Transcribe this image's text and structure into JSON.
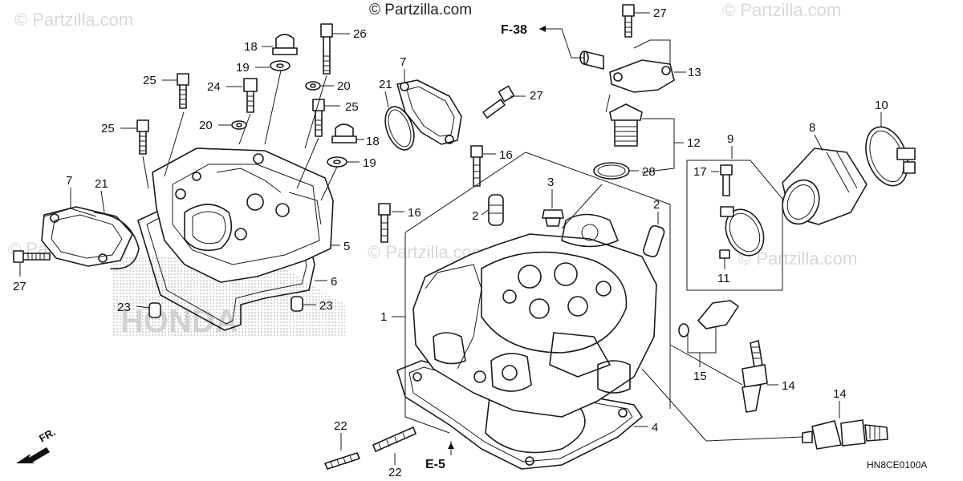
{
  "watermark": {
    "main": "© Partzilla.com",
    "faint": "© Partzilla.com",
    "logo": "HONDA"
  },
  "diagram_code": "HN8CE0100A",
  "front_marker": "FR.",
  "refs": {
    "f38": "F-38",
    "e5": "E-5"
  },
  "callouts": [
    {
      "id": "c27a",
      "label": "27"
    },
    {
      "id": "c13",
      "label": "13"
    },
    {
      "id": "c27b",
      "label": "27"
    },
    {
      "id": "c12",
      "label": "12"
    },
    {
      "id": "c28",
      "label": "28"
    },
    {
      "id": "c10",
      "label": "10"
    },
    {
      "id": "c8",
      "label": "8"
    },
    {
      "id": "c9",
      "label": "9"
    },
    {
      "id": "c17",
      "label": "17"
    },
    {
      "id": "c11",
      "label": "11"
    },
    {
      "id": "c26",
      "label": "26"
    },
    {
      "id": "c18a",
      "label": "18"
    },
    {
      "id": "c19a",
      "label": "19"
    },
    {
      "id": "c20a",
      "label": "20"
    },
    {
      "id": "c25a",
      "label": "25"
    },
    {
      "id": "c24",
      "label": "24"
    },
    {
      "id": "c25b",
      "label": "25"
    },
    {
      "id": "c20b",
      "label": "20"
    },
    {
      "id": "c25c",
      "label": "25"
    },
    {
      "id": "c18b",
      "label": "18"
    },
    {
      "id": "c19b",
      "label": "19"
    },
    {
      "id": "c7a",
      "label": "7"
    },
    {
      "id": "c21a",
      "label": "21"
    },
    {
      "id": "c16a",
      "label": "16"
    },
    {
      "id": "c16b",
      "label": "16"
    },
    {
      "id": "c3",
      "label": "3"
    },
    {
      "id": "c2a",
      "label": "2"
    },
    {
      "id": "c2b",
      "label": "2"
    },
    {
      "id": "c7b",
      "label": "7"
    },
    {
      "id": "c21b",
      "label": "21"
    },
    {
      "id": "c5",
      "label": "5"
    },
    {
      "id": "c6",
      "label": "6"
    },
    {
      "id": "c27c",
      "label": "27"
    },
    {
      "id": "c23a",
      "label": "23"
    },
    {
      "id": "c23b",
      "label": "23"
    },
    {
      "id": "c1",
      "label": "1"
    },
    {
      "id": "c15",
      "label": "15"
    },
    {
      "id": "c14a",
      "label": "14"
    },
    {
      "id": "c14b",
      "label": "14"
    },
    {
      "id": "c4",
      "label": "4"
    },
    {
      "id": "c22a",
      "label": "22"
    },
    {
      "id": "c22b",
      "label": "22"
    }
  ]
}
